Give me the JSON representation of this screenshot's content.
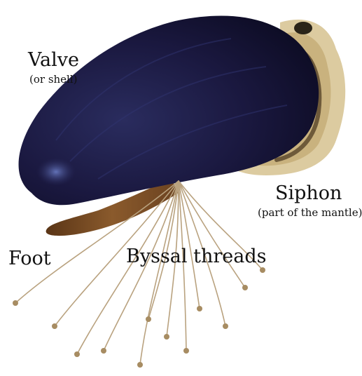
{
  "labels": {
    "valve": "Valve",
    "valve_note": "(or shell)",
    "siphon": "Siphon",
    "siphon_note": "(part of the mantle)",
    "foot": "Foot",
    "byssal": "Byssal threads"
  },
  "colors": {
    "shell": "#17163a",
    "shell_highlight": "#3e4a8c",
    "siphon_fringe": "#dccba0",
    "siphon_dark": "#6e5a3a",
    "foot": "#7a4a22",
    "threads": "#b9a27f"
  }
}
